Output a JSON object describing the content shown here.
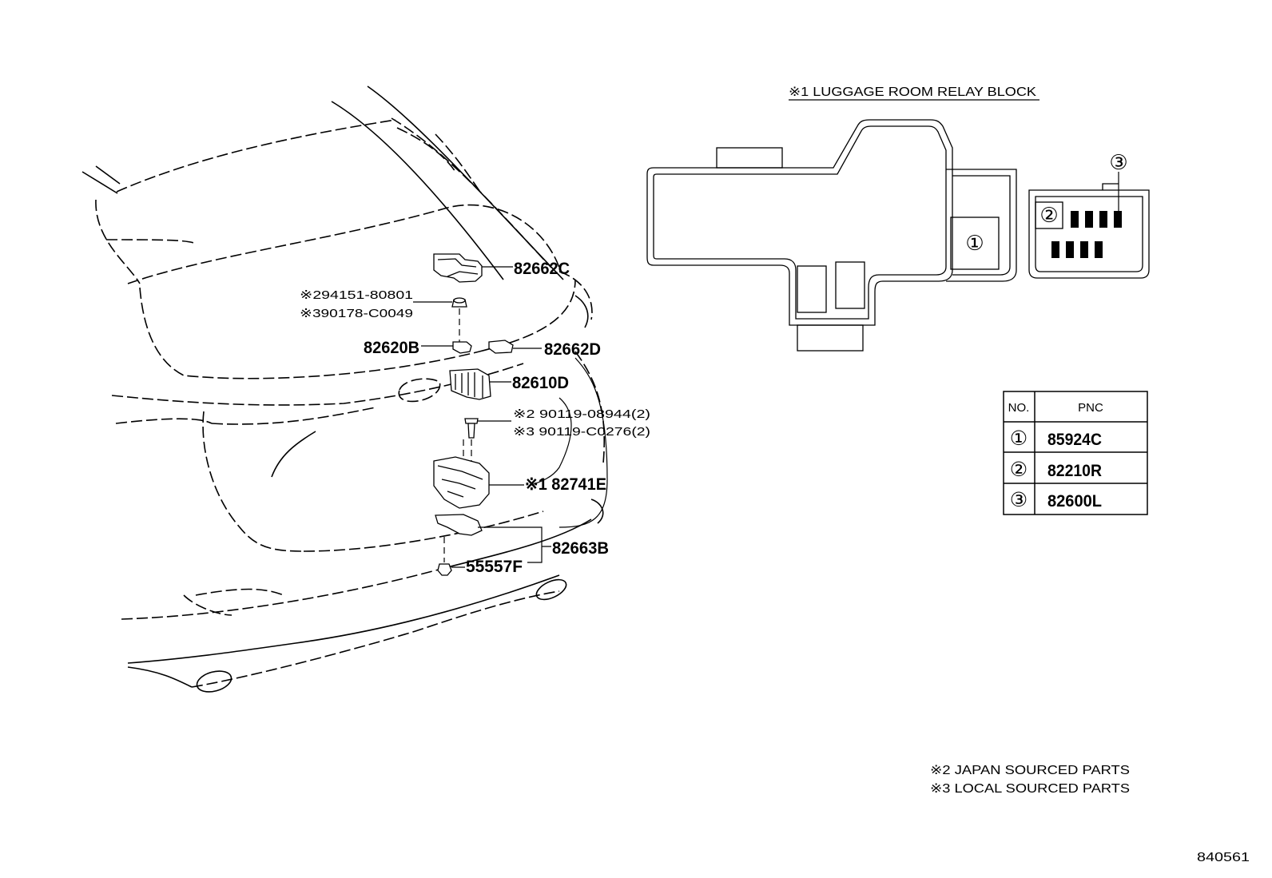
{
  "callouts": {
    "p82662C": "82662C",
    "p94151": "※294151-80801",
    "p90178": "※390178-C0049",
    "p82620B": "82620B",
    "p82662D": "82662D",
    "p82610D": "82610D",
    "p90119_08944": "※2 90119-08944(2)",
    "p90119_C0276": "※3 90119-C0276(2)",
    "p82741E": "※1 82741E",
    "p82663B": "82663B",
    "p55557F": "55557F"
  },
  "relay_block": {
    "title": "※1 LUGGAGE ROOM RELAY BLOCK",
    "markers": [
      "①",
      "②",
      "③"
    ]
  },
  "pnc_table": {
    "headers": [
      "NO.",
      "PNC"
    ],
    "rows": [
      {
        "no": "①",
        "pnc": "85924C"
      },
      {
        "no": "②",
        "pnc": "82210R"
      },
      {
        "no": "③",
        "pnc": "82600L"
      }
    ]
  },
  "notes": [
    "※2 JAPAN SOURCED PARTS",
    "※3 LOCAL SOURCED PARTS"
  ],
  "figure_id": "840561"
}
